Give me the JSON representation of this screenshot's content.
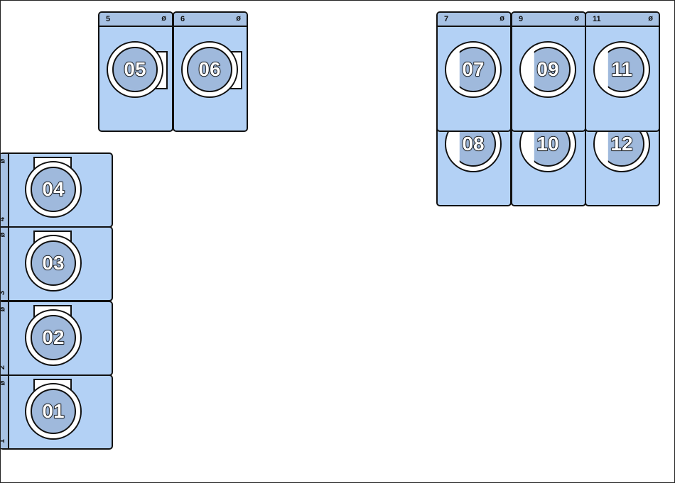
{
  "machines": {
    "m01": {
      "id": "1",
      "number": "01",
      "status_symbol": "ø"
    },
    "m02": {
      "id": "2",
      "number": "02",
      "status_symbol": "ø"
    },
    "m03": {
      "id": "3",
      "number": "03",
      "status_symbol": "ø"
    },
    "m04": {
      "id": "4",
      "number": "04",
      "status_symbol": "ø"
    },
    "m05": {
      "id": "5",
      "number": "05",
      "status_symbol": "ø"
    },
    "m06": {
      "id": "6",
      "number": "06",
      "status_symbol": "ø"
    },
    "m07": {
      "id": "7",
      "number": "07",
      "status_symbol": "ø"
    },
    "m08": {
      "id": "8",
      "number": "08",
      "status_symbol": ""
    },
    "m09": {
      "id": "9",
      "number": "09",
      "status_symbol": "ø"
    },
    "m10": {
      "id": "10",
      "number": "10",
      "status_symbol": ""
    },
    "m11": {
      "id": "11",
      "number": "11",
      "status_symbol": "ø"
    },
    "m12": {
      "id": "12",
      "number": "12",
      "status_symbol": ""
    }
  },
  "colors": {
    "machine_body": "#b3d1f5",
    "machine_bar": "#a7c2e4",
    "drum": "#9fb9dc",
    "outline": "#111111"
  }
}
